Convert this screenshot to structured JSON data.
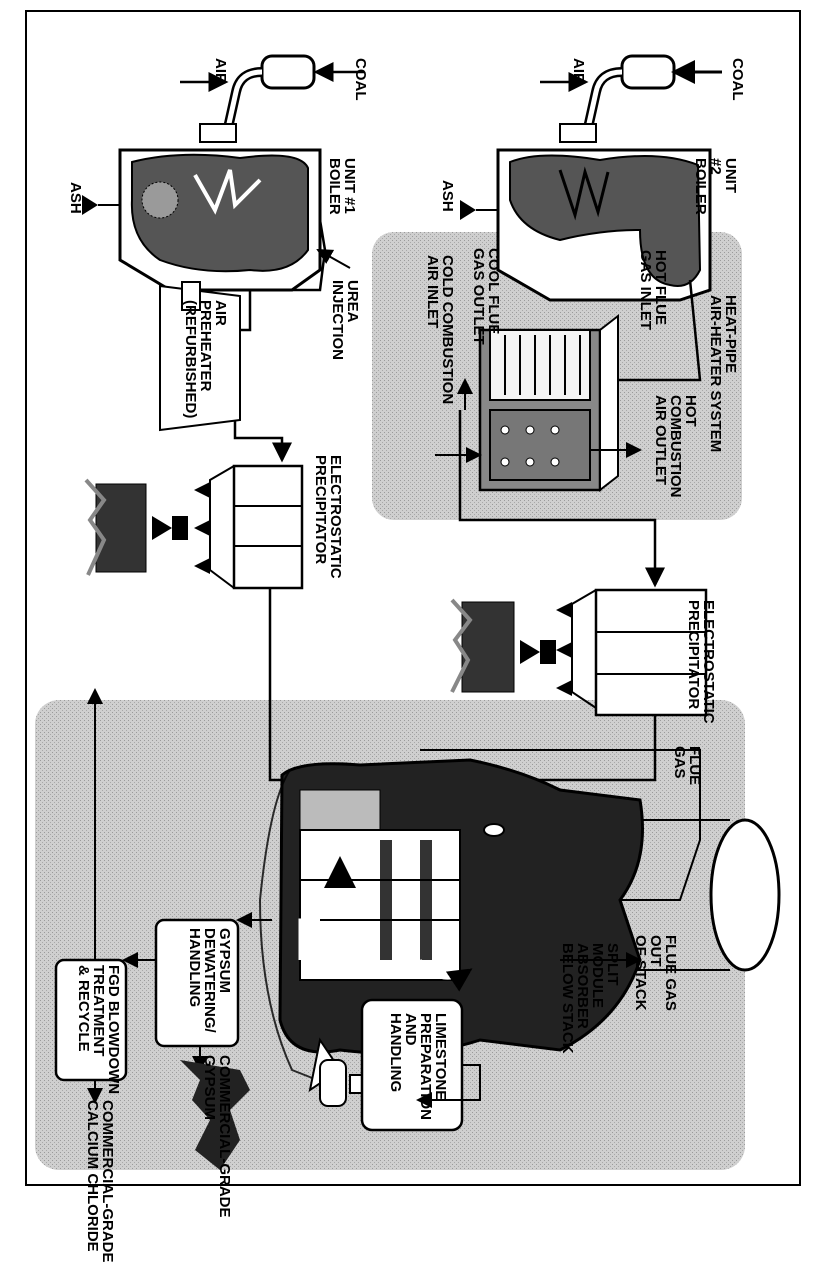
{
  "labels": {
    "coal_top": "COAL",
    "air_top": "AIR",
    "unit2_boiler": "UNIT\n#2\nBOILER",
    "ash_unit2": "ASH",
    "hot_flue_gas_inlet": "HOT FLUE\nGAS INLET",
    "cool_flue_gas_outlet": "COOL FLUE\nGAS OUTLET",
    "cold_combustion_air_inlet": "COLD COMBUSTION\nAIR INLET",
    "heat_pipe_system": "HEAT-PIPE\nAIR-HEATER SYSTEM",
    "hot_combustion_air_outlet": "HOT\nCOMBUSTION\nAIR OUTLET",
    "esp_unit2": "ELECTROSTATIC\nPRECIPITATOR",
    "flue_gas": "FLUE\nGAS",
    "flue_gas_out_of_stack": "FLUE GAS\nOUT\nOF STACK",
    "split_module_absorber": "SPLIT\nMODULE\nABSORBER\nBELOW STACK",
    "limestone_prep": "LIMESTONE\nPREPARATION\nAND\nHANDLING",
    "commercial_gypsum": "COMMERCIAL-GRADE\nGYPSUM",
    "commercial_calcium_chloride": "COMMERCIAL-GRADE\nCALCIUM CHLORIDE",
    "coal_unit1": "COAL",
    "air_unit1": "AIR",
    "unit1_boiler": "UNIT #1\nBOILER",
    "ash_unit1": "ASH",
    "urea_injection": "UREA\nINJECTION",
    "air_preheater": "AIR\nPREHEATER\n(REFURBISHED)",
    "esp_unit1": "ELECTROSTATIC\nPRECIPITATOR",
    "gypsum_dewatering": "GYPSUM\nDEWATERING/\nHANDLING",
    "fgd_blowdown": "FGD BLOWDOWN\nTREATMENT\n& RECYCLE"
  },
  "colors": {
    "shaded_area": "#c8c8c8",
    "dark_fill": "#1a1a1a",
    "boiler_interior": "#6e6e6e",
    "line": "#000000"
  }
}
